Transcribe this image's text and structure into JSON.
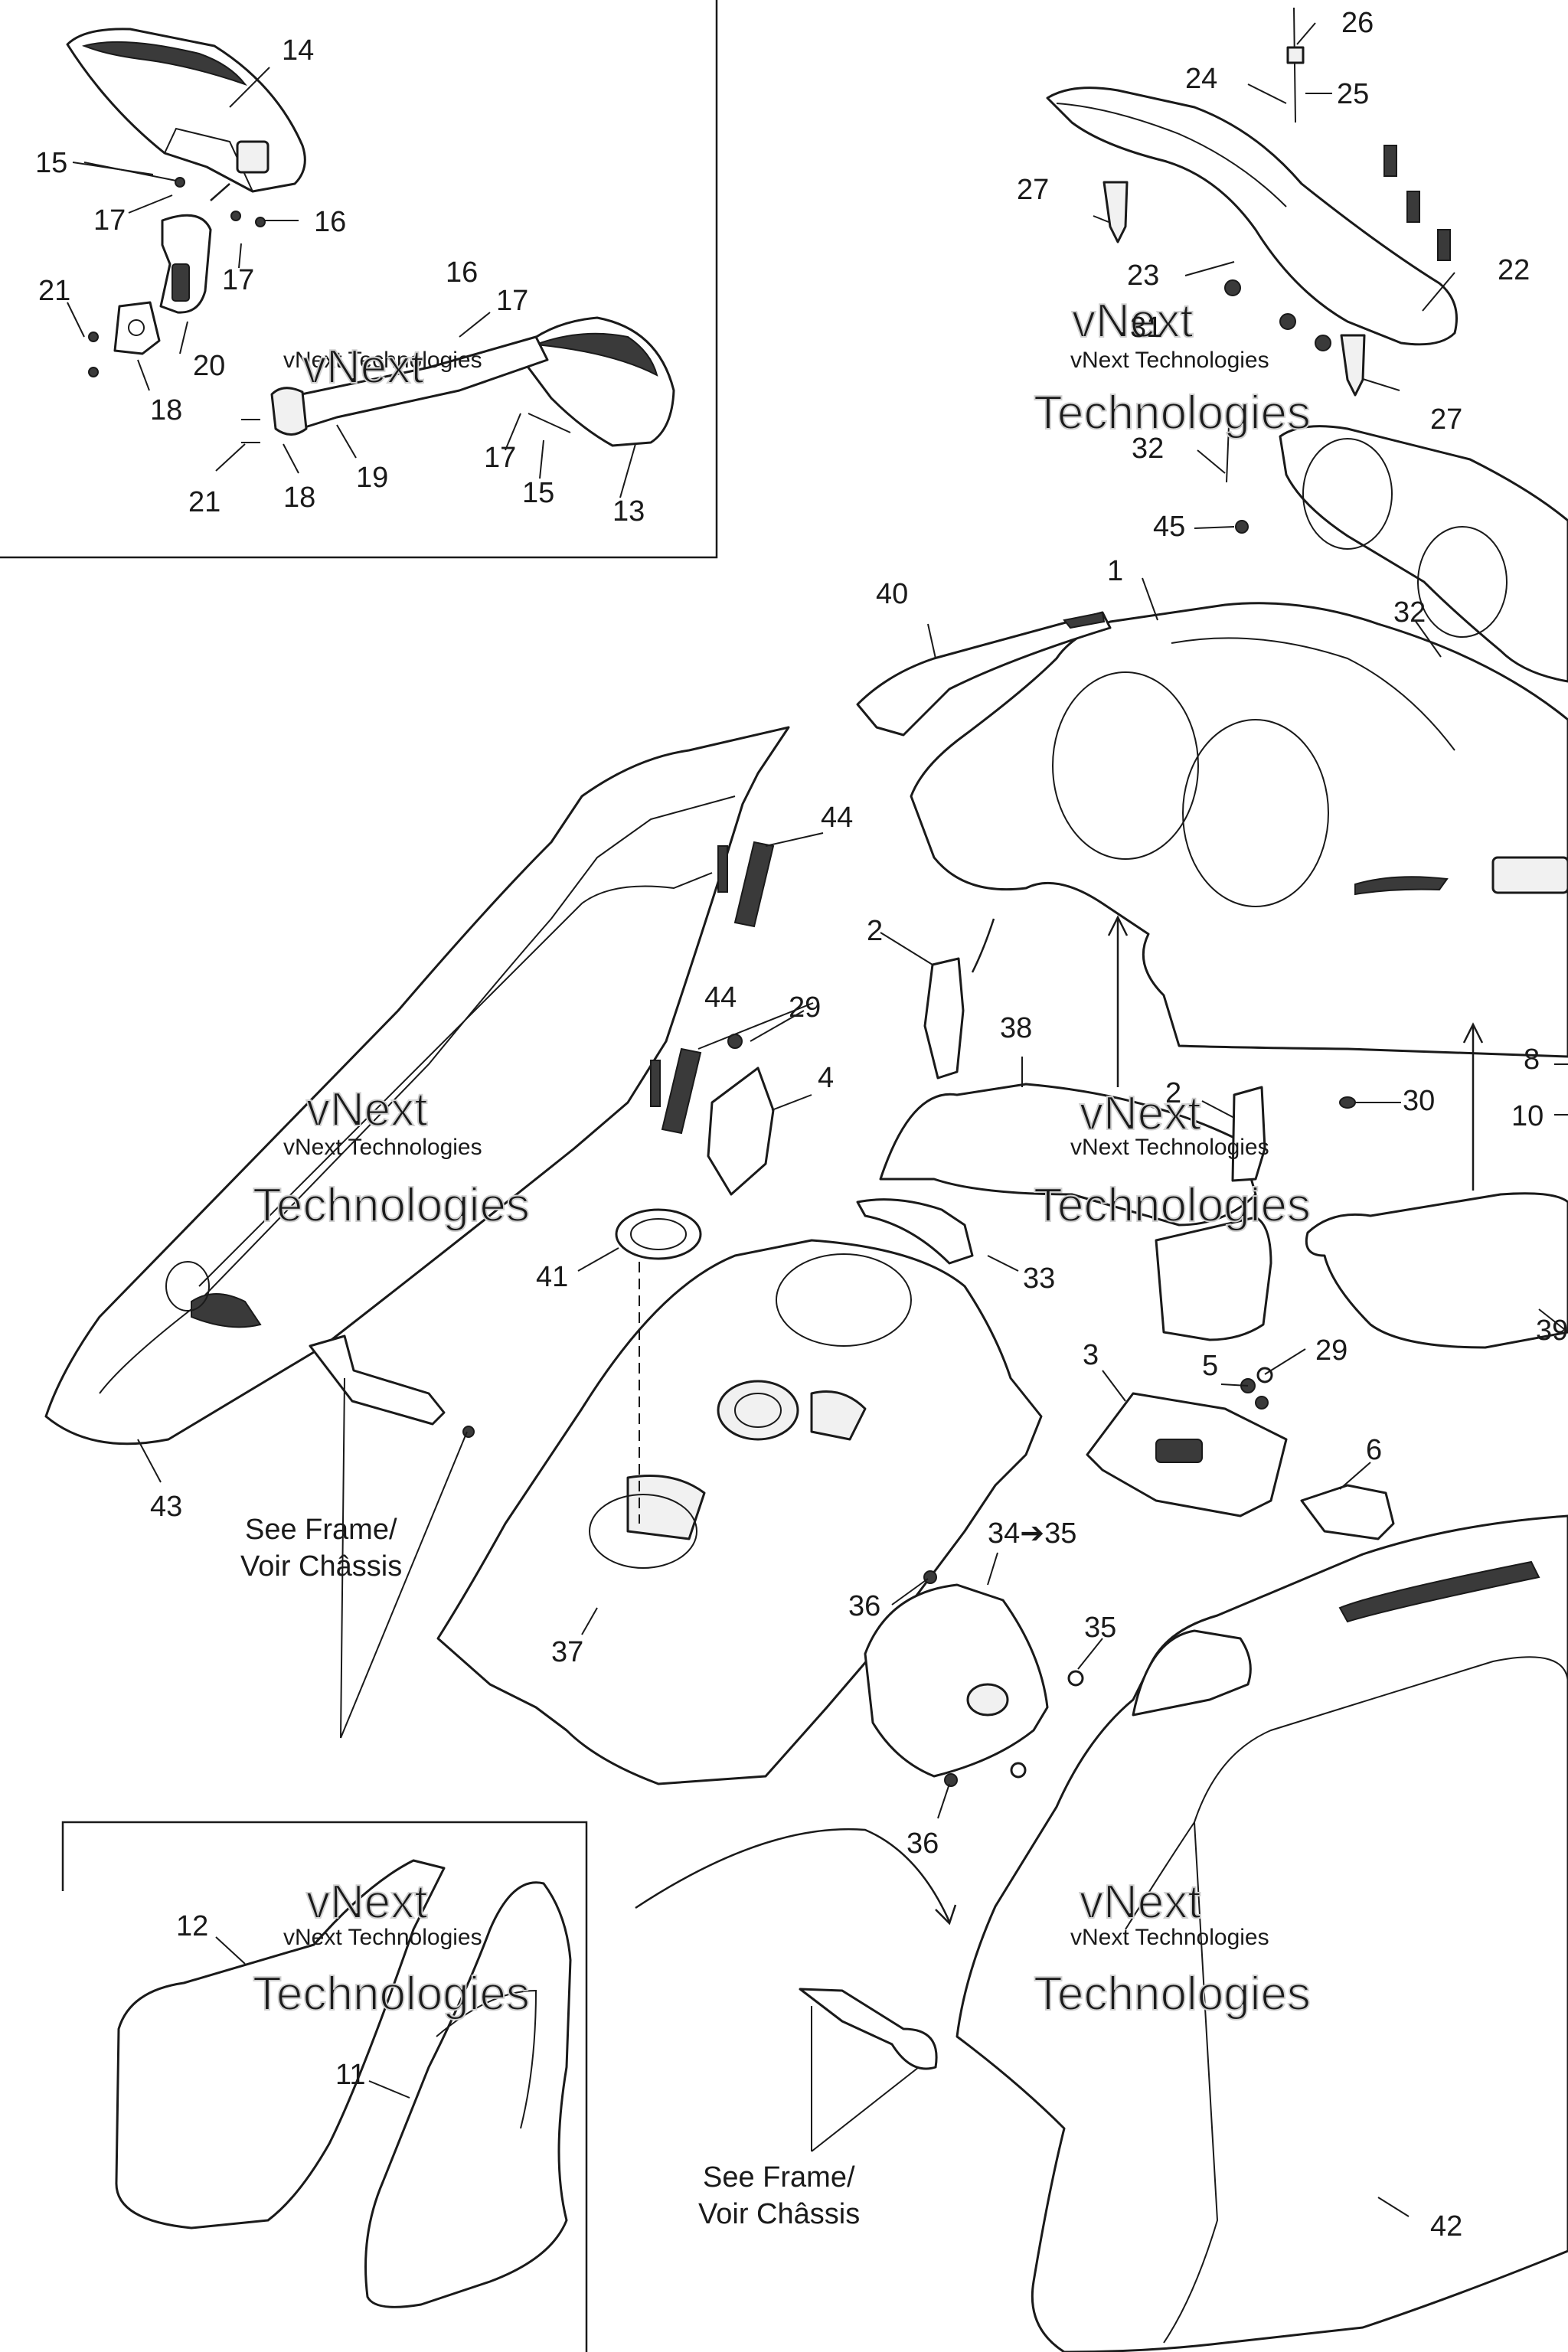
{
  "callouts": [
    {
      "id": "c1",
      "label": "1"
    },
    {
      "id": "c2a",
      "label": "2"
    },
    {
      "id": "c2b",
      "label": "2"
    },
    {
      "id": "c3",
      "label": "3"
    },
    {
      "id": "c4",
      "label": "4"
    },
    {
      "id": "c5",
      "label": "5"
    },
    {
      "id": "c6",
      "label": "6"
    },
    {
      "id": "c8",
      "label": "8"
    },
    {
      "id": "c10",
      "label": "10"
    },
    {
      "id": "c11",
      "label": "11"
    },
    {
      "id": "c12",
      "label": "12"
    },
    {
      "id": "c13",
      "label": "13"
    },
    {
      "id": "c14",
      "label": "14"
    },
    {
      "id": "c15a",
      "label": "15"
    },
    {
      "id": "c15b",
      "label": "15"
    },
    {
      "id": "c16a",
      "label": "16"
    },
    {
      "id": "c16b",
      "label": "16"
    },
    {
      "id": "c17a",
      "label": "17"
    },
    {
      "id": "c17b",
      "label": "17"
    },
    {
      "id": "c17c",
      "label": "17"
    },
    {
      "id": "c17d",
      "label": "17"
    },
    {
      "id": "c18a",
      "label": "18"
    },
    {
      "id": "c18b",
      "label": "18"
    },
    {
      "id": "c19",
      "label": "19"
    },
    {
      "id": "c20",
      "label": "20"
    },
    {
      "id": "c21a",
      "label": "21"
    },
    {
      "id": "c21b",
      "label": "21"
    },
    {
      "id": "c22",
      "label": "22"
    },
    {
      "id": "c23",
      "label": "23"
    },
    {
      "id": "c24",
      "label": "24"
    },
    {
      "id": "c25",
      "label": "25"
    },
    {
      "id": "c26",
      "label": "26"
    },
    {
      "id": "c27a",
      "label": "27"
    },
    {
      "id": "c27b",
      "label": "27"
    },
    {
      "id": "c29a",
      "label": "29"
    },
    {
      "id": "c29b",
      "label": "29"
    },
    {
      "id": "c30",
      "label": "30"
    },
    {
      "id": "c31",
      "label": "31"
    },
    {
      "id": "c32a",
      "label": "32"
    },
    {
      "id": "c32b",
      "label": "32"
    },
    {
      "id": "c33",
      "label": "33"
    },
    {
      "id": "c3435",
      "label": "34➔35"
    },
    {
      "id": "c35",
      "label": "35"
    },
    {
      "id": "c36a",
      "label": "36"
    },
    {
      "id": "c36b",
      "label": "36"
    },
    {
      "id": "c37",
      "label": "37"
    },
    {
      "id": "c38",
      "label": "38"
    },
    {
      "id": "c39",
      "label": "39"
    },
    {
      "id": "c40",
      "label": "40"
    },
    {
      "id": "c41",
      "label": "41"
    },
    {
      "id": "c42",
      "label": "42"
    },
    {
      "id": "c43",
      "label": "43"
    },
    {
      "id": "c44a",
      "label": "44"
    },
    {
      "id": "c44b",
      "label": "44"
    },
    {
      "id": "c45",
      "label": "45"
    }
  ],
  "notes": {
    "see_frame_line1": "See Frame/",
    "see_frame_line2": "Voir Châssis"
  },
  "watermark": {
    "line1": "vNext Technologies",
    "line2": "vNext",
    "line3": "Technologies"
  }
}
